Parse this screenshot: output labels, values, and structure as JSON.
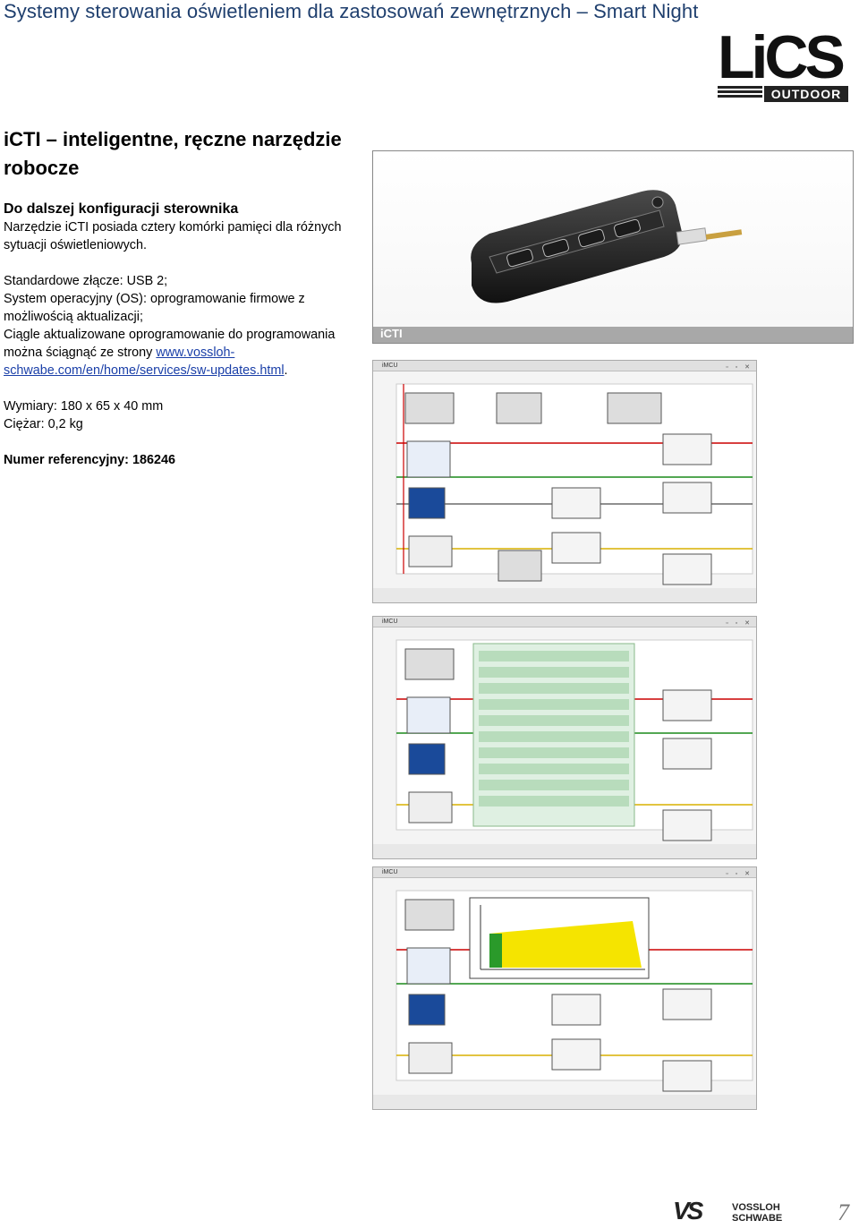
{
  "header": {
    "title": "Systemy sterowania oświetleniem dla zastosowań zewnętrznych – Smart Night"
  },
  "logo": {
    "main": "LiCS",
    "sub": "OUTDOOR"
  },
  "product": {
    "title": "iCTI – inteligentne, ręczne narzędzie robocze",
    "subheading": "Do dalszej konfiguracji sterownika",
    "intro": "Narzędzie iCTI posiada cztery komórki pamięci dla różnych sytuacji oświetleniowych.",
    "spec1": "Standardowe złącze: USB 2;",
    "spec2": "System operacyjny (OS): oprogramowanie firmowe z możliwością aktualizacji;",
    "spec3_prefix": "Ciągle aktualizowane oprogramowanie do programowania można ściągnąć ze strony ",
    "spec3_link": "www.vossloh-schwabe.com/en/home/services/sw-updates.html",
    "spec3_suffix": ".",
    "dimensions": "Wymiary: 180 x 65 x 40 mm",
    "weight": "Ciężar: 0,2 kg",
    "reference": "Numer referencyjny: 186246"
  },
  "photo": {
    "caption": "iCTI"
  },
  "screens": [
    {
      "titlebar": "iMCU"
    },
    {
      "titlebar": "iMCU"
    },
    {
      "titlebar": "iMCU"
    }
  ],
  "footer": {
    "brand_mark": "VS",
    "brand_line1": "VOSSLOH",
    "brand_line2": "SCHWABE",
    "page_number": "7"
  }
}
